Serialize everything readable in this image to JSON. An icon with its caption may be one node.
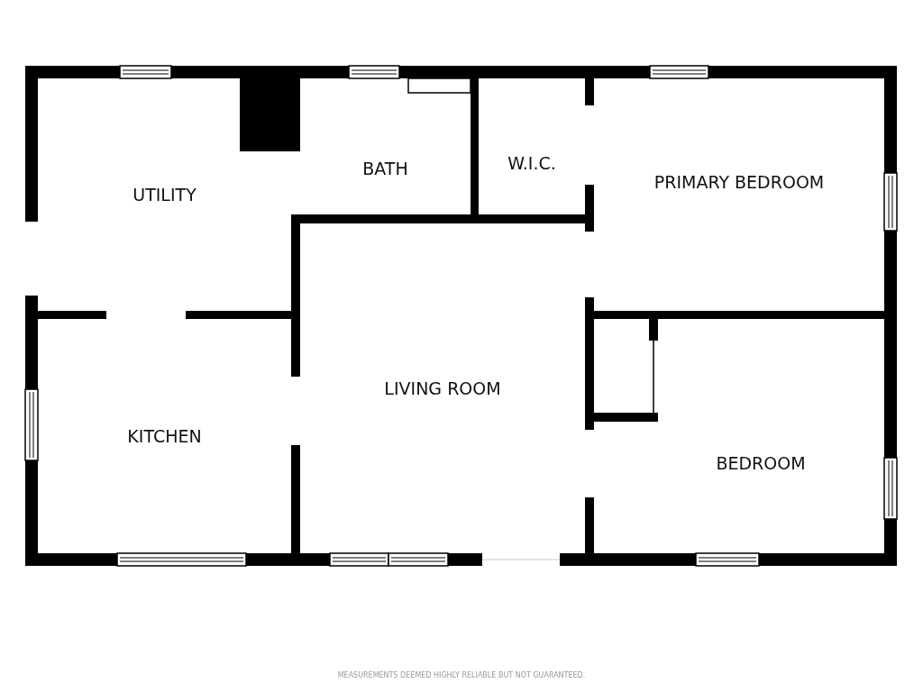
{
  "diagram": {
    "nodes": [
      {
        "text": [
          "UTILITY"
        ]
      },
      {
        "text": [
          "BATH"
        ]
      },
      {
        "text": [
          "W.I.C."
        ]
      },
      {
        "text": [
          "PRIMARY BEDROOM"
        ]
      },
      {
        "text": [
          "KITCHEN"
        ]
      },
      {
        "text": [
          "LIVING ROOM"
        ]
      },
      {
        "text": [
          "BEDROOM"
        ]
      }
    ],
    "labels": [
      "MEASUREMENTS DEEMED HIGHLY RELIABLE BUT NOT GUARANTEED."
    ]
  }
}
